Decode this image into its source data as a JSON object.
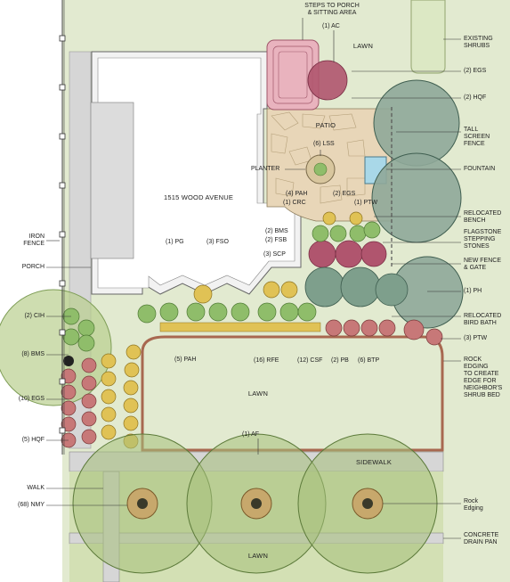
{
  "colors": {
    "lawn": "#e2ead0",
    "house": "#ffffff",
    "patio": "#e8d6b8",
    "porch_steps": "#e9b3be",
    "tree_canopy": "#b9cf8e",
    "evergreen": "#8fa899",
    "purple_shrub": "#b0556e",
    "red_shrub": "#c77878",
    "yellow_shrub": "#e0c255",
    "green_shrub": "#8fbd6a",
    "edging": "#a86850",
    "concrete": "#d6d6d6"
  },
  "areas": {
    "house": "1515 WOOD AVENUE",
    "lawn_top": "LAWN",
    "patio": "PATIO",
    "lawn_main": "LAWN",
    "sidewalk": "SIDEWALK",
    "lawn_bottom": "LAWN"
  },
  "labels_right": {
    "steps_to_porch": "STEPS TO PORCH\n& SITTING AREA",
    "ac": "(1) AC",
    "existing_shrubs": "EXISTING\nSHRUBS",
    "egs2": "(2) EGS",
    "hqf2": "(2) HQF",
    "tall_screen_fence": "TALL\nSCREEN\nFENCE",
    "lss": "(6) LSS",
    "planter": "PLANTER",
    "fountain": "FOUNTAIN",
    "pah4": "(4) PAH",
    "egs2b": "(2) EGS",
    "crc": "(1) CRC",
    "ptw1": "(1) PTW",
    "relocated_bench": "RELOCATED\nBENCH",
    "bms2": "(2) BMS",
    "fsb2": "(2) FSB",
    "scp3": "(3) SCP",
    "flagstone": "FLAGSTONE\nSTEPPING\nSTONES",
    "new_fence": "NEW FENCE\n& GATE",
    "ph1": "(1) PH",
    "bird_bath": "RELOCATED\nBIRD BATH",
    "ptw3": "(3) PTW",
    "rock_edging_top": "ROCK\nEDGING\nTO CREATE\nEDGE FOR\nNEIGHBOR'S\nSHRUB BED",
    "pg1": "(1) PG",
    "fso3": "(3) FSO",
    "pah5": "(5) PAH",
    "rfe16": "(16) RFE",
    "csf12": "(12) CSF",
    "pb2": "(2) PB",
    "btp6": "(6) BTP",
    "af1": "(1) AF",
    "rock_edging_bottom": "Rock\nEdging",
    "drain_pan": "CONCRETE\nDRAIN PAN"
  },
  "labels_left": {
    "iron_fence": "IRON\nFENCE",
    "porch": "PORCH",
    "cih2": "(2) CIH",
    "bms8": "(8) BMS",
    "egs10": "(10) EGS",
    "hqf5": "(5) HQF",
    "walk": "WALK",
    "nmy68": "(68) NMY"
  }
}
